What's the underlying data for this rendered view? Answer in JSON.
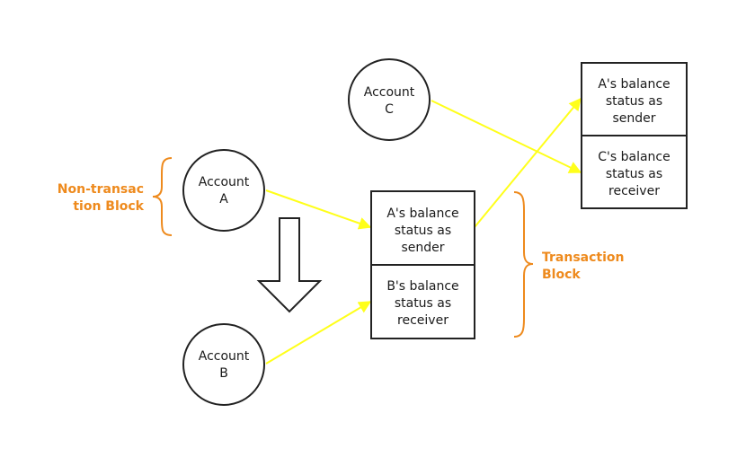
{
  "accounts": {
    "a": {
      "line1": "Account",
      "line2": "A"
    },
    "b": {
      "line1": "Account",
      "line2": "B"
    },
    "c": {
      "line1": "Account",
      "line2": "C"
    }
  },
  "block_left": {
    "top": {
      "line1": "A's balance",
      "line2": "status as",
      "line3": "sender"
    },
    "bottom": {
      "line1": "B's balance",
      "line2": "status as",
      "line3": "receiver"
    }
  },
  "block_right": {
    "top": {
      "line1": "A's balance",
      "line2": "status as",
      "line3": "sender"
    },
    "bottom": {
      "line1": "C's balance",
      "line2": "status as",
      "line3": "receiver"
    }
  },
  "labels": {
    "non_transaction": {
      "line1": "Non-transac",
      "line2": "tion Block"
    },
    "transaction": {
      "line1": "Transaction",
      "line2": "Block"
    }
  },
  "colors": {
    "arrow": "#ffff1a",
    "label": "#ee8a1d",
    "stroke": "#222222"
  }
}
